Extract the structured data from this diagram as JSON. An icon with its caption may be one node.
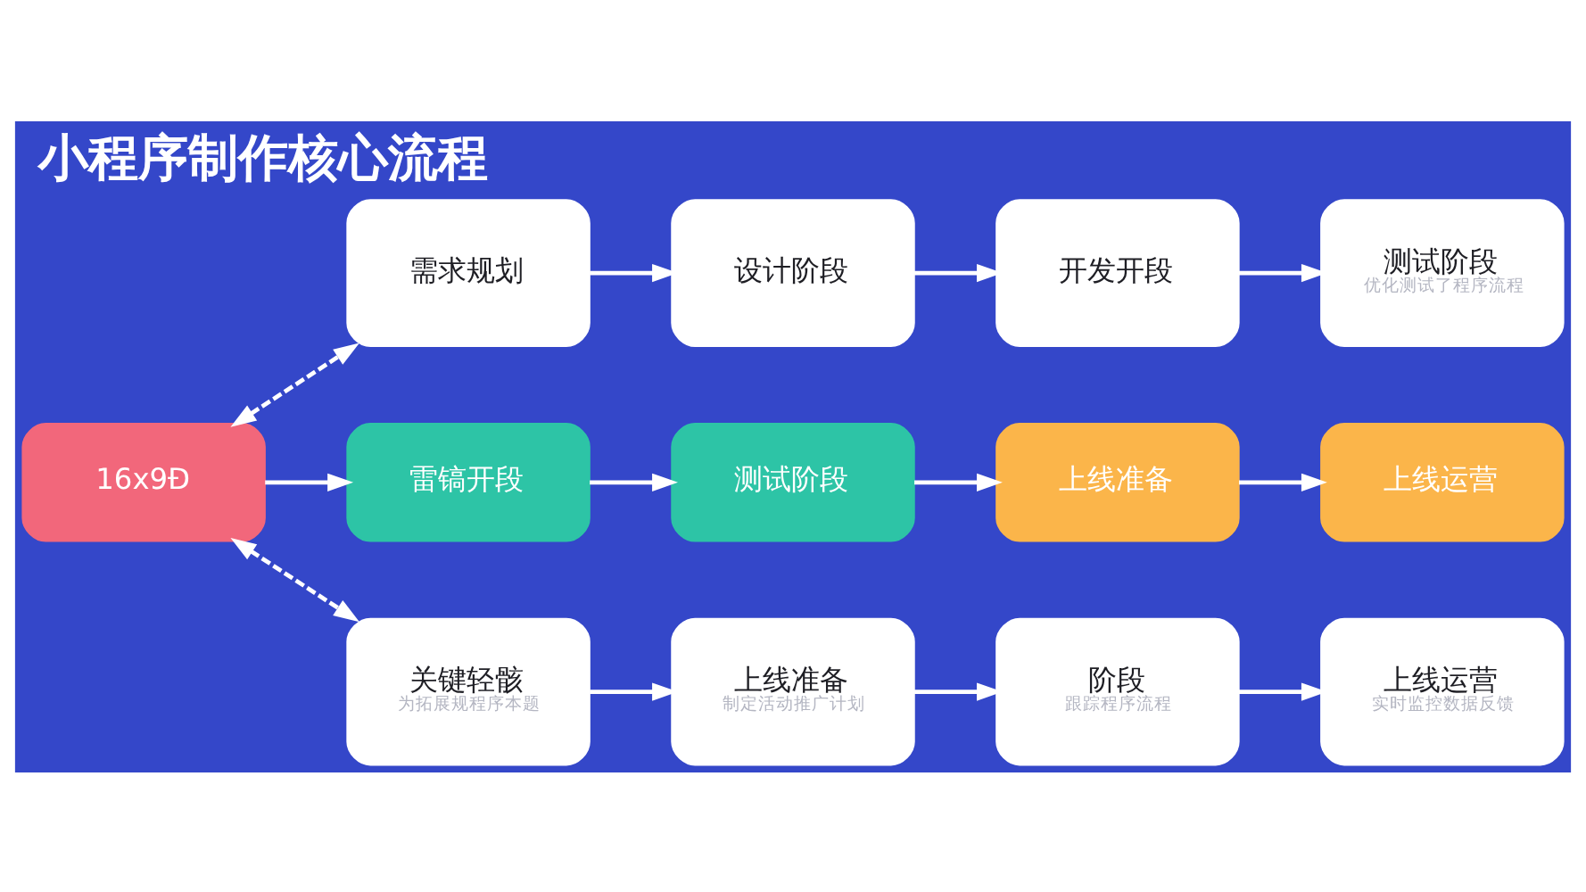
{
  "diagram": {
    "title": "小程序制作核心流程",
    "nodes": [
      {
        "text": [
          "需求规划"
        ]
      },
      {
        "text": [
          "设计阶段"
        ]
      },
      {
        "text": [
          "开发开段"
        ]
      },
      {
        "text": [
          "测试阶段",
          "优化测试了程序流程"
        ]
      },
      {
        "text": [
          "16x9Đ"
        ]
      },
      {
        "text": [
          "雷镐开段"
        ]
      },
      {
        "text": [
          "测试阶段"
        ]
      },
      {
        "text": [
          "上线准备"
        ]
      },
      {
        "text": [
          "上线运营"
        ]
      },
      {
        "text": [
          "关键轻骸",
          "为拓展规程序本题"
        ]
      },
      {
        "text": [
          "上线准备",
          "制定活动推广计划"
        ]
      },
      {
        "text": [
          "阶段",
          "跟踪程序流程"
        ]
      },
      {
        "text": [
          "上线运营",
          "实时监控数据反馈"
        ]
      }
    ],
    "edges": [
      {
        "from": 4,
        "to": 0,
        "arrow": "both",
        "style": "dashed"
      },
      {
        "from": 0,
        "to": 1,
        "arrow": "to"
      },
      {
        "from": 1,
        "to": 2,
        "arrow": "to"
      },
      {
        "from": 2,
        "to": 3,
        "arrow": "to"
      },
      {
        "from": 4,
        "to": 5,
        "arrow": "to"
      },
      {
        "from": 5,
        "to": 6,
        "arrow": "to"
      },
      {
        "from": 6,
        "to": 7,
        "arrow": "to"
      },
      {
        "from": 7,
        "to": 8,
        "arrow": "to"
      },
      {
        "from": 4,
        "to": 9,
        "arrow": "both",
        "style": "dashed"
      },
      {
        "from": 9,
        "to": 10,
        "arrow": "to"
      },
      {
        "from": 10,
        "to": 11,
        "arrow": "to"
      },
      {
        "from": 11,
        "to": 12,
        "arrow": "to"
      }
    ]
  }
}
